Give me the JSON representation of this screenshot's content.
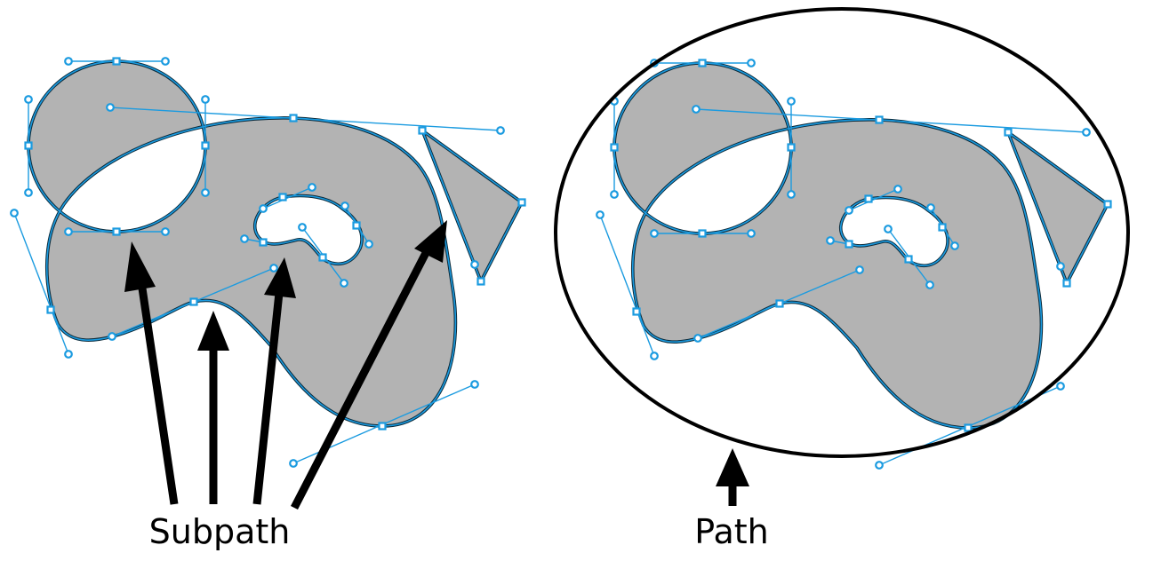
{
  "labels": {
    "subpath": "Subpath",
    "path": "Path"
  },
  "colors": {
    "fill": "#b3b3b3",
    "outline": "#0b2a3a",
    "edit_blue": "#1b9be0",
    "arrow": "#000000",
    "background": "#ffffff"
  },
  "icons": [
    "square-anchor-node",
    "round-handle-node",
    "arrow-icon"
  ]
}
